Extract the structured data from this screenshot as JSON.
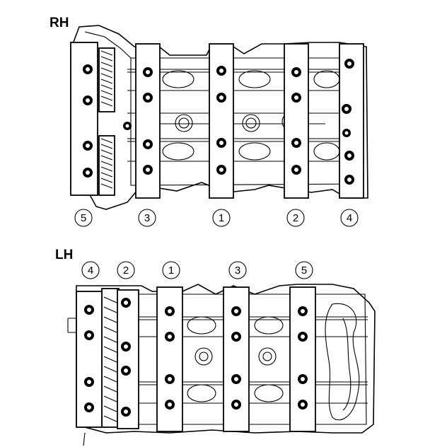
{
  "rh": {
    "label": "RH",
    "sequence": [
      "5",
      "3",
      "1",
      "2",
      "4"
    ]
  },
  "lh": {
    "label": "LH",
    "sequence": [
      "4",
      "2",
      "1",
      "3",
      "5"
    ]
  }
}
